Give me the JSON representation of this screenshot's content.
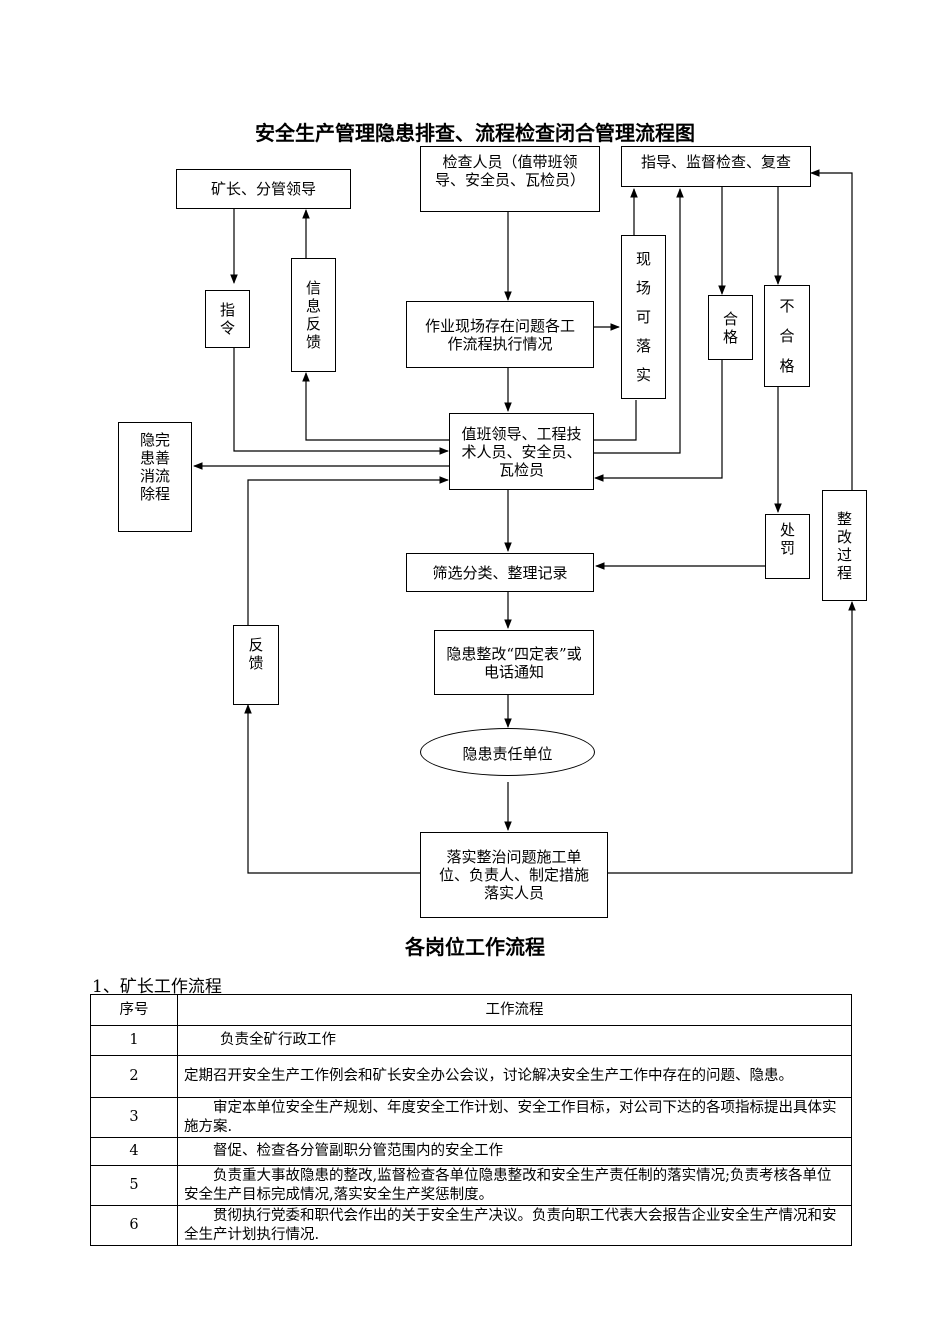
{
  "main_title": "安全生产管理隐患排查、流程检查闭合管理流程图",
  "flow": {
    "mine_manager": "矿长、分管领导",
    "inspectors": "检查人员（值带班领导、安全员、瓦检员）",
    "guidance": "指导、监督检查、复查",
    "command": "指令",
    "info_feedback": "信息反馈",
    "onsite_issues": "作业现场存在问题各工作流程执行情况",
    "onsite_doable": "现场可落实",
    "qualified": "合格",
    "unqualified": "不合格",
    "duty_staff": "值班领导、工程技术人员、安全员、瓦检员",
    "eliminate": "隐完患善消流除程",
    "penalty": "处罚",
    "rectify_process": "整改过程",
    "screen": "筛选分类、整理记录",
    "four_fixed": "隐患整改“四定表”或电话通知",
    "feedback": "反馈",
    "responsible_unit": "隐患责任单位",
    "implement": "落实整治问题施工单位、负责人、制定措施落实人员"
  },
  "sub_title": "各岗位工作流程",
  "section_heading": "1、矿长工作流程",
  "table": {
    "headers": [
      "序号",
      "工作流程"
    ],
    "rows": [
      {
        "no": "1",
        "text": "负责全矿行政工作"
      },
      {
        "no": "2",
        "text": "定期召开安全生产工作例会和矿长安全办公会议，讨论解决安全生产工作中存在的问题、隐患。"
      },
      {
        "no": "3",
        "text": "审定本单位安全生产规划、年度安全工作计划、安全工作目标，对公司下达的各项指标提出具体实施方案."
      },
      {
        "no": "4",
        "text": "督促、检查各分管副职分管范围内的安全工作"
      },
      {
        "no": "5",
        "text": "负责重大事故隐患的整改,监督检查各单位隐患整改和安全生产责任制的落实情况;负责考核各单位安全生产目标完成情况,落实安全生产奖惩制度。"
      },
      {
        "no": "6",
        "text": "贯彻执行党委和职代会作出的关于安全生产决议。负责向职工代表大会报告企业安全生产情况和安全生产计划执行情况."
      }
    ]
  }
}
